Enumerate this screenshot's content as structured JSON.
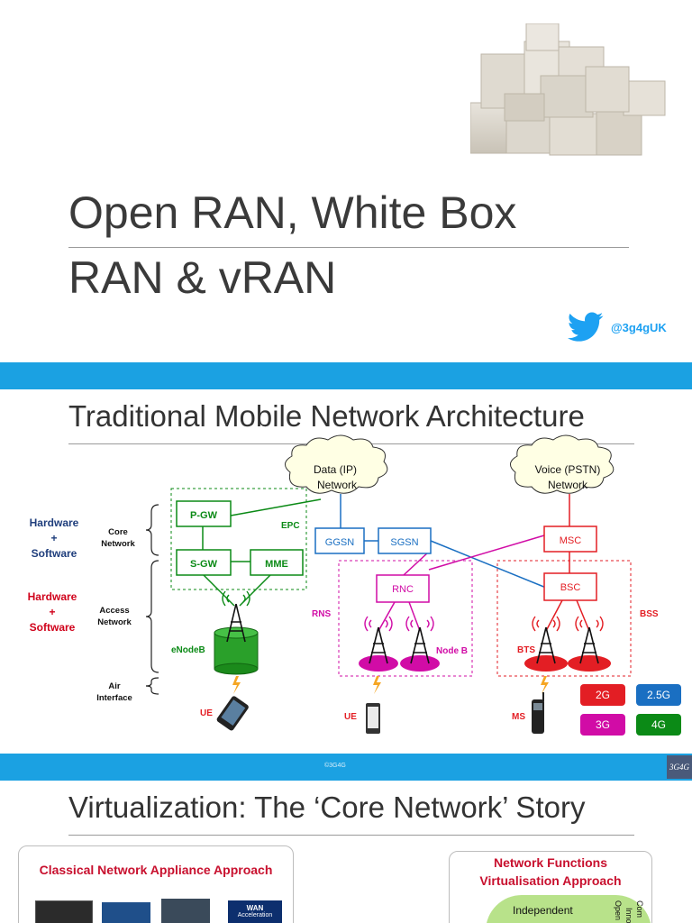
{
  "slide1": {
    "title_line1": "Open RAN, White Box",
    "title_line2": "RAN & vRAN",
    "twitter_handle": "@3g4gUK"
  },
  "slide2": {
    "title": "Traditional Mobile Network Architecture",
    "side_labels": {
      "hw_sw_1": [
        "Hardware",
        "+",
        "Software"
      ],
      "hw_sw_2": [
        "Hardware",
        "+",
        "Software"
      ]
    },
    "tiers": {
      "core": [
        "Core",
        "Network"
      ],
      "access": [
        "Access",
        "Network"
      ],
      "air": [
        "Air",
        "Interface"
      ]
    },
    "clouds": {
      "data": [
        "Data (IP)",
        "Network"
      ],
      "voice": [
        "Voice (PSTN)",
        "Network"
      ]
    },
    "nodes": {
      "pgw": "P-GW",
      "sgw": "S-GW",
      "mme": "MME",
      "epc": "EPC",
      "enodeb": "eNodeB",
      "ggsn": "GGSN",
      "sgsn": "SGSN",
      "rnc": "RNC",
      "rns": "RNS",
      "nodeb": "Node B",
      "msc": "MSC",
      "bsc": "BSC",
      "bss": "BSS",
      "bts": "BTS",
      "ue1": "UE",
      "ue2": "UE",
      "ms": "MS"
    },
    "legend": [
      {
        "label": "2G",
        "color": "#e31e24"
      },
      {
        "label": "2.5G",
        "color": "#1a6fc2"
      },
      {
        "label": "3G",
        "color": "#d10ca6"
      },
      {
        "label": "4G",
        "color": "#0b8a16"
      }
    ],
    "footer_copyright": "©3G4G",
    "footer_logo": "3G4G"
  },
  "slide3": {
    "title": "Virtualization: The ‘Core Network’ Story",
    "left_box_title": "Classical Network Appliance Approach",
    "left_box_devices": [
      "",
      "",
      "",
      "WAN",
      "Acceleration"
    ],
    "right_box_title": [
      "Network Functions",
      "Virtualisation Approach"
    ],
    "right_box_content": "Independent",
    "right_box_vertical": [
      "Open",
      "Inno",
      "Com"
    ]
  },
  "colors": {
    "twog": "#e31e24",
    "threeg": "#d10ca6",
    "fourg": "#0b8a16",
    "twofiveg": "#1a6fc2",
    "bar_blue": "#1ba1e2"
  }
}
